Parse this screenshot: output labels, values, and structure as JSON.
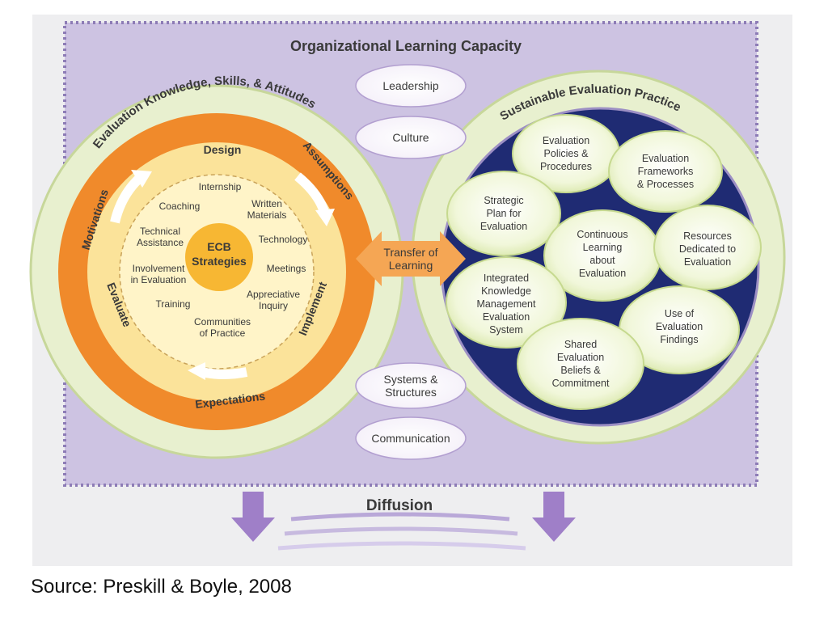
{
  "diagram": {
    "title": "Organizational Learning Capacity",
    "left_arc_label": "Evaluation Knowledge, Skills, & Attitudes",
    "right_arc_label": "Sustainable Evaluation Practice",
    "center_top": [
      "Leadership",
      "Culture"
    ],
    "center_bottom": [
      "Systems & Structures",
      "Communication"
    ],
    "transfer": [
      "Transfer of",
      "Learning"
    ],
    "outer_ring": {
      "motivations": "Motivations",
      "assumptions": "Assumptions",
      "expectations": "Expectations"
    },
    "inner_ring": {
      "design": "Design",
      "implement": "Implement",
      "evaluate": "Evaluate"
    },
    "core": [
      "ECB",
      "Strategies"
    ],
    "strategies": {
      "internship": "Internship",
      "coaching": "Coaching",
      "written_materials": [
        "Written",
        "Materials"
      ],
      "technical_assistance": [
        "Technical",
        "Assistance"
      ],
      "technology": "Technology",
      "involvement": [
        "Involvement",
        "in Evaluation"
      ],
      "meetings": "Meetings",
      "appreciative_inquiry": [
        "Appreciative",
        "Inquiry"
      ],
      "training": "Training",
      "communities": [
        "Communities",
        "of Practice"
      ]
    },
    "practice_circles": {
      "policies": [
        "Evaluation",
        "Policies &",
        "Procedures"
      ],
      "frameworks": [
        "Evaluation",
        "Frameworks",
        "& Processes"
      ],
      "strategic_plan": [
        "Strategic",
        "Plan for",
        "Evaluation"
      ],
      "continuous_learning": [
        "Continuous",
        "Learning",
        "about",
        "Evaluation"
      ],
      "resources": [
        "Resources",
        "Dedicated to",
        "Evaluation"
      ],
      "integrated_km": [
        "Integrated",
        "Knowledge",
        "Management",
        "Evaluation",
        "System"
      ],
      "use_findings": [
        "Use of",
        "Evaluation",
        "Findings"
      ],
      "shared_beliefs": [
        "Shared",
        "Evaluation",
        "Beliefs &",
        "Commitment"
      ]
    },
    "diffusion": "Diffusion"
  },
  "source": "Source: Preskill & Boyle, 2008",
  "colors": {
    "panel": "#cdc3e2",
    "panel_border": "#8d7cb6",
    "outer_band": "#e7efcf",
    "orange_ring": "#f08a2b",
    "yellow_ring": "#fbe39a",
    "inner_disc": "#fff4c8",
    "core": "#f7b733",
    "navy": "#1f2b73",
    "bubble": "#f3f8df",
    "diffusion_arrow": "#9f7fc8"
  }
}
